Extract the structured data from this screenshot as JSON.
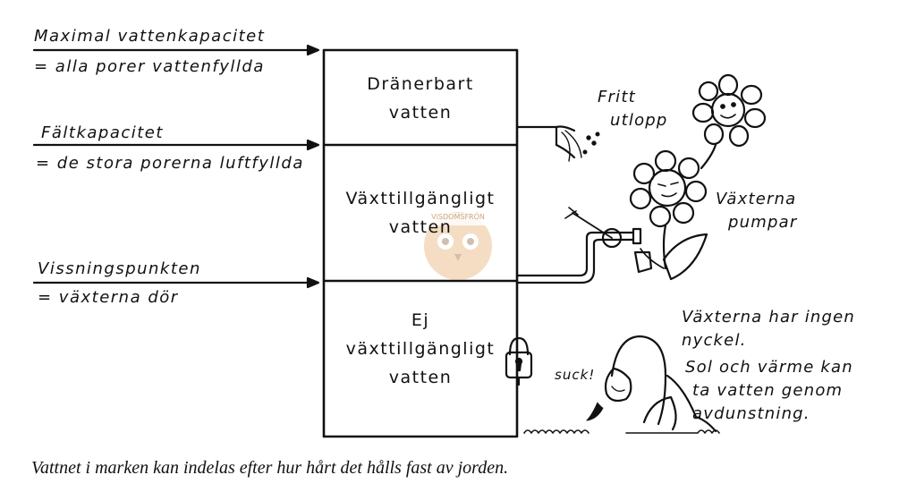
{
  "levels": {
    "max_capacity": {
      "title": "Maximal vattenkapacitet",
      "desc": "= alla porer vattenfyllda"
    },
    "field_capacity": {
      "title": "Fältkapacitet",
      "desc": "= de stora porerna luftfyllda"
    },
    "wilting_point": {
      "title": "Vissningspunkten",
      "desc": "= växterna dör"
    }
  },
  "zones": {
    "drainable": [
      "Dränerbart",
      "vatten"
    ],
    "available": [
      "Växttillgängligt",
      "vatten"
    ],
    "unavailable": [
      "Ej",
      "växttillgängligt",
      "vatten"
    ]
  },
  "annotations": {
    "free_outlet": [
      "Fritt",
      "utlopp"
    ],
    "plants_pump": [
      "Växterna",
      "pumpar"
    ],
    "no_key": [
      "Växterna har ingen",
      "nyckel."
    ],
    "evaporation": [
      "Sol och värme kan",
      "ta vatten genom",
      "avdunstning."
    ],
    "sigh": "suck!"
  },
  "watermark": "VISDOMSFRÖN",
  "caption": "Vattnet i marken kan indelas efter hur hårt det hålls fast av jorden."
}
